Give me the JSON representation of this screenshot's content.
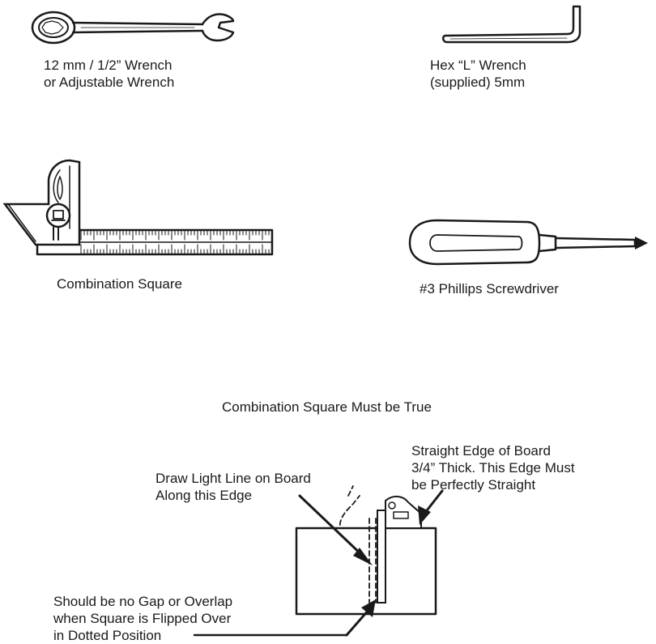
{
  "tools": {
    "wrench": {
      "line1": "12 mm / 1/2” Wrench",
      "line2": "or Adjustable Wrench"
    },
    "hex": {
      "line1": "Hex “L” Wrench",
      "line2": "(supplied) 5mm"
    },
    "square": {
      "line1": "Combination Square"
    },
    "screwdriver": {
      "line1": "#3 Phillips Screwdriver"
    }
  },
  "diagram": {
    "title": "Combination Square Must be True",
    "draw_line": {
      "line1": "Draw Light Line on Board",
      "line2": "Along this Edge"
    },
    "straight_edge": {
      "line1": "Straight Edge of Board",
      "line2": "3/4” Thick. This Edge Must",
      "line3": "be Perfectly Straight"
    },
    "no_gap": {
      "line1": "Should be no Gap or Overlap",
      "line2": "when Square is Flipped Over",
      "line3": "in Dotted Position"
    }
  }
}
